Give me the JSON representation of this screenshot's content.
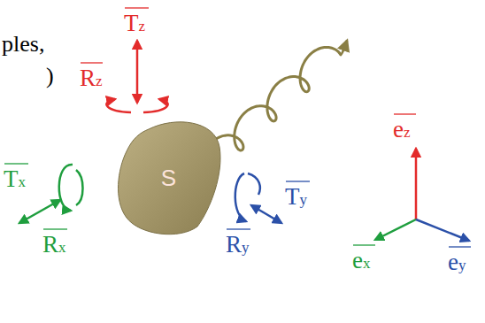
{
  "diagram": {
    "nodes": [
      {
        "text": [
          "S"
        ]
      }
    ],
    "labels": [
      "ples,",
      ")",
      "Tz",
      "Rz",
      "Tx",
      "Rx",
      "Ry",
      "Ty",
      "ez",
      "ex",
      "ey"
    ]
  }
}
